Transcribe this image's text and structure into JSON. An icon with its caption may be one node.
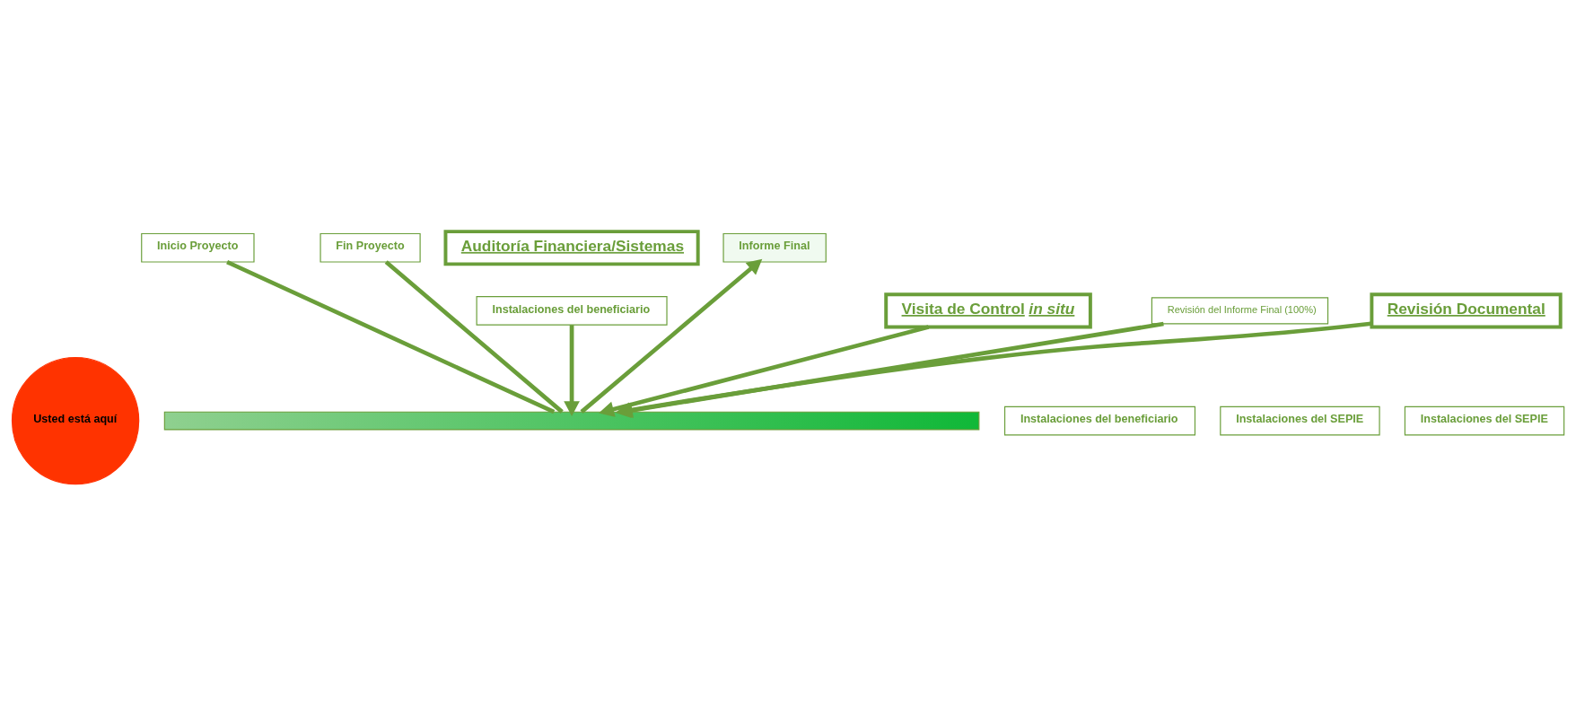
{
  "diagram": {
    "nodes": [
      {
        "text": [
          "Inicio Proyecto"
        ]
      },
      {
        "text": [
          "Usted está aquí"
        ]
      },
      {
        "text": [
          "Fin Proyecto"
        ]
      },
      {
        "text": [
          "Informe Final"
        ]
      },
      {
        "text": [
          "Auditoría Financiera/Sistemas"
        ]
      },
      {
        "text": [
          "Instalaciones del beneficiario"
        ]
      },
      {
        "text": [],
        "shape": "bar"
      },
      {
        "text": [
          "Visita de Control *in situ*"
        ]
      },
      {
        "text": [
          "Instalaciones del beneficiario"
        ]
      },
      {
        "text": [
          "Revisión del Informe Final (100%)"
        ]
      },
      {
        "text": [
          "Instalaciones del SEPIE"
        ]
      },
      {
        "text": [
          "Revisión Documental"
        ]
      },
      {
        "text": [
          "Instalaciones del SEPIE"
        ]
      }
    ],
    "edges": [
      {
        "from": 0,
        "to": 6,
        "arrow": "none"
      },
      {
        "from": 2,
        "to": 6,
        "arrow": "none"
      },
      {
        "from": 6,
        "to": 3,
        "arrow": "to"
      },
      {
        "from": 5,
        "to": 6,
        "arrow": "to"
      },
      {
        "from": 7,
        "to": 6,
        "arrow": "to"
      },
      {
        "from": 9,
        "to": 6,
        "arrow": "to"
      },
      {
        "from": 11,
        "to": 6,
        "arrow": "to"
      }
    ]
  }
}
